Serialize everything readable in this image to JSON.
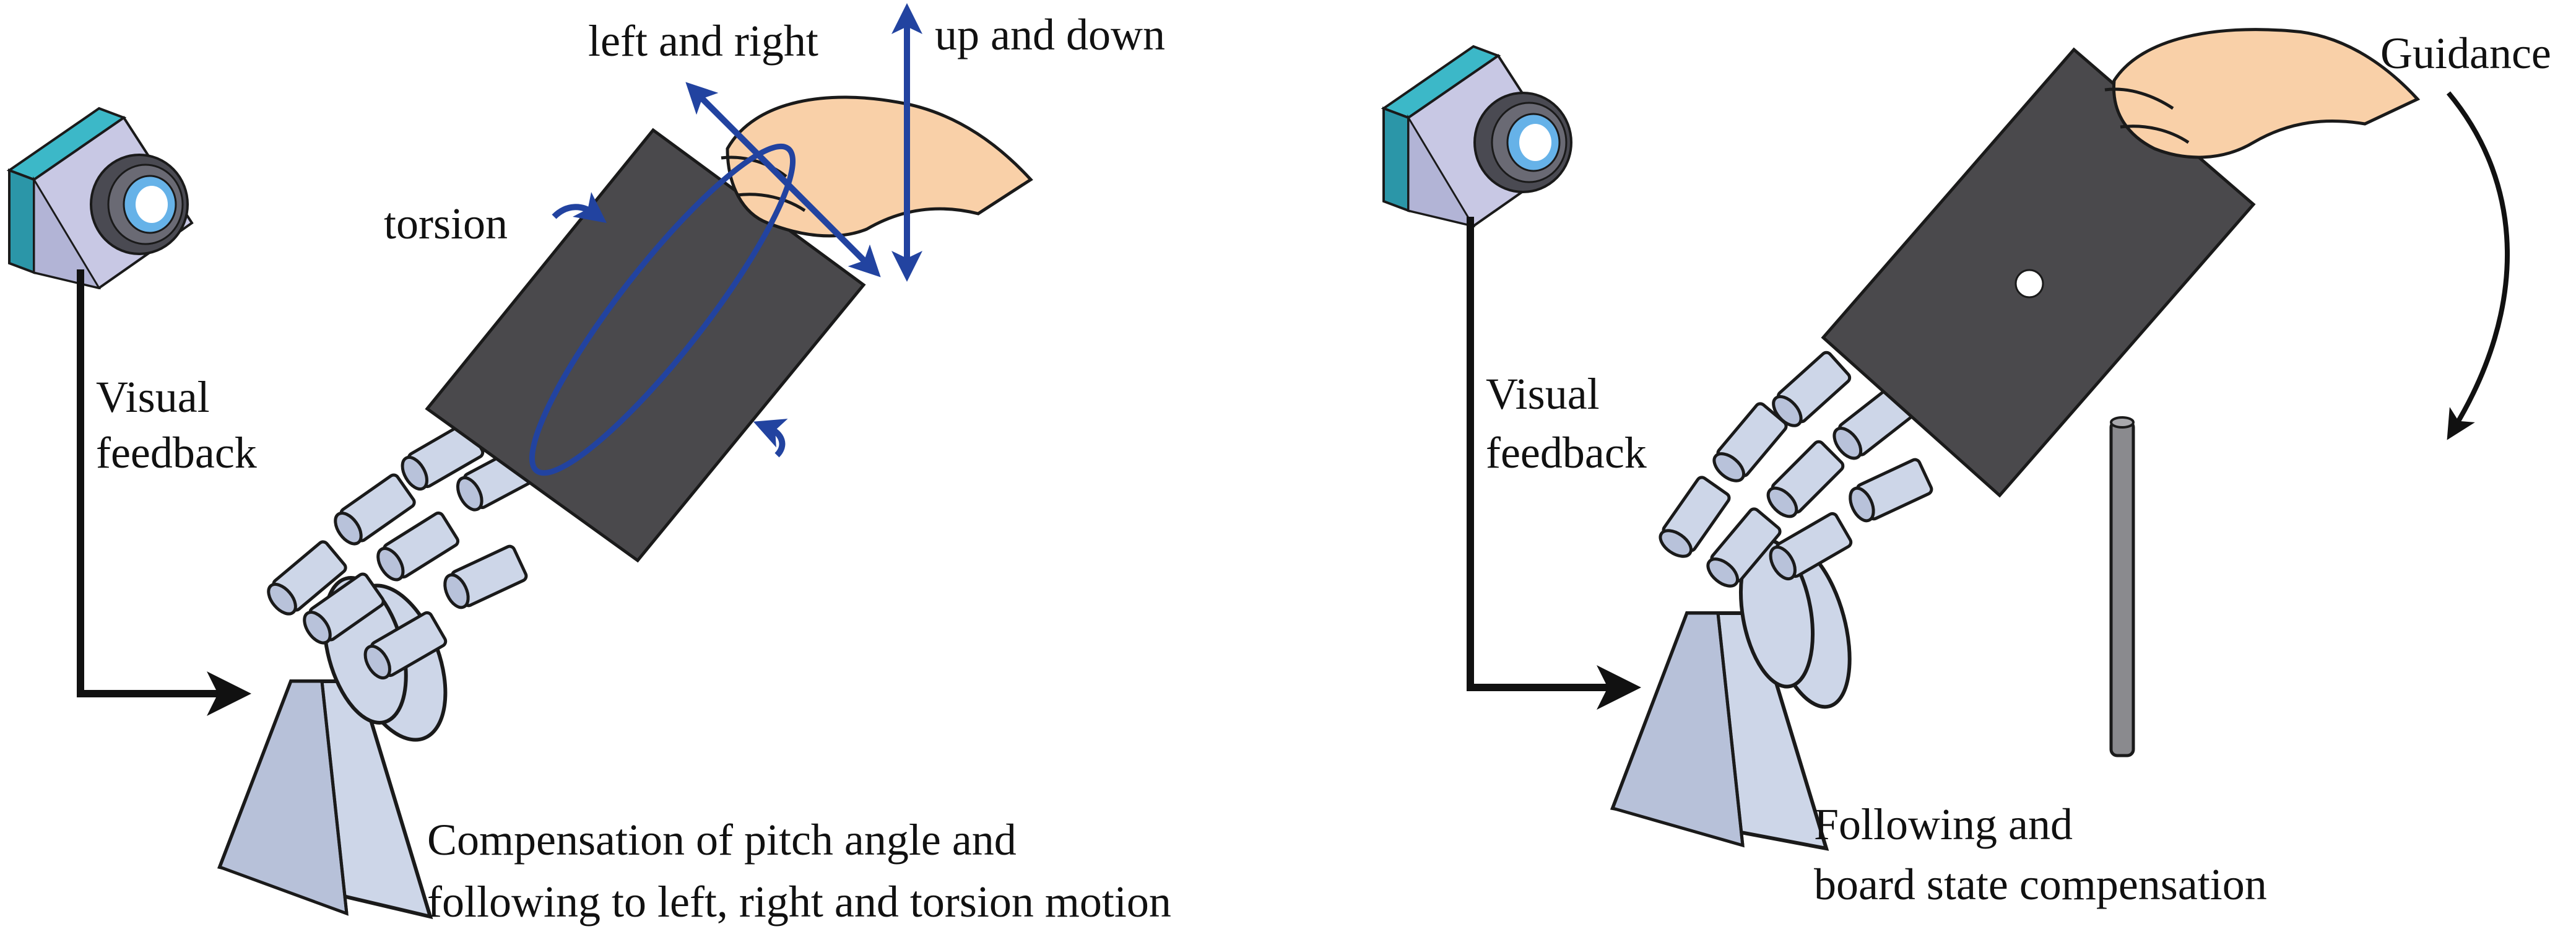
{
  "left_panel": {
    "labels": {
      "visual_feedback_line1": "Visual",
      "visual_feedback_line2": "feedback",
      "left_and_right": "left and right",
      "up_and_down": "up and down",
      "torsion": "torsion",
      "caption_line1": "Compensation of pitch angle and",
      "caption_line2": "following to left, right and torsion motion"
    }
  },
  "right_panel": {
    "labels": {
      "visual_feedback_line1": "Visual",
      "visual_feedback_line2": "feedback",
      "guidance": "Guidance",
      "caption_line1": "Following and",
      "caption_line2": "board state compensation"
    }
  },
  "colors": {
    "board": "#4a494c",
    "hand_skin": "#f9d0a8",
    "robot_finger": "#cdd6e8",
    "robot_outline": "#1a1a1a",
    "motion_arrows": "#2243a0",
    "camera_teal": "#3cb8c8",
    "camera_body": "#c8c8e4",
    "lens_blue": "#66b2e8",
    "pole": "#8a8a8e"
  },
  "icons": [
    "camera-icon",
    "human-hand-icon",
    "robot-hand-icon",
    "board-icon",
    "pole-icon"
  ]
}
